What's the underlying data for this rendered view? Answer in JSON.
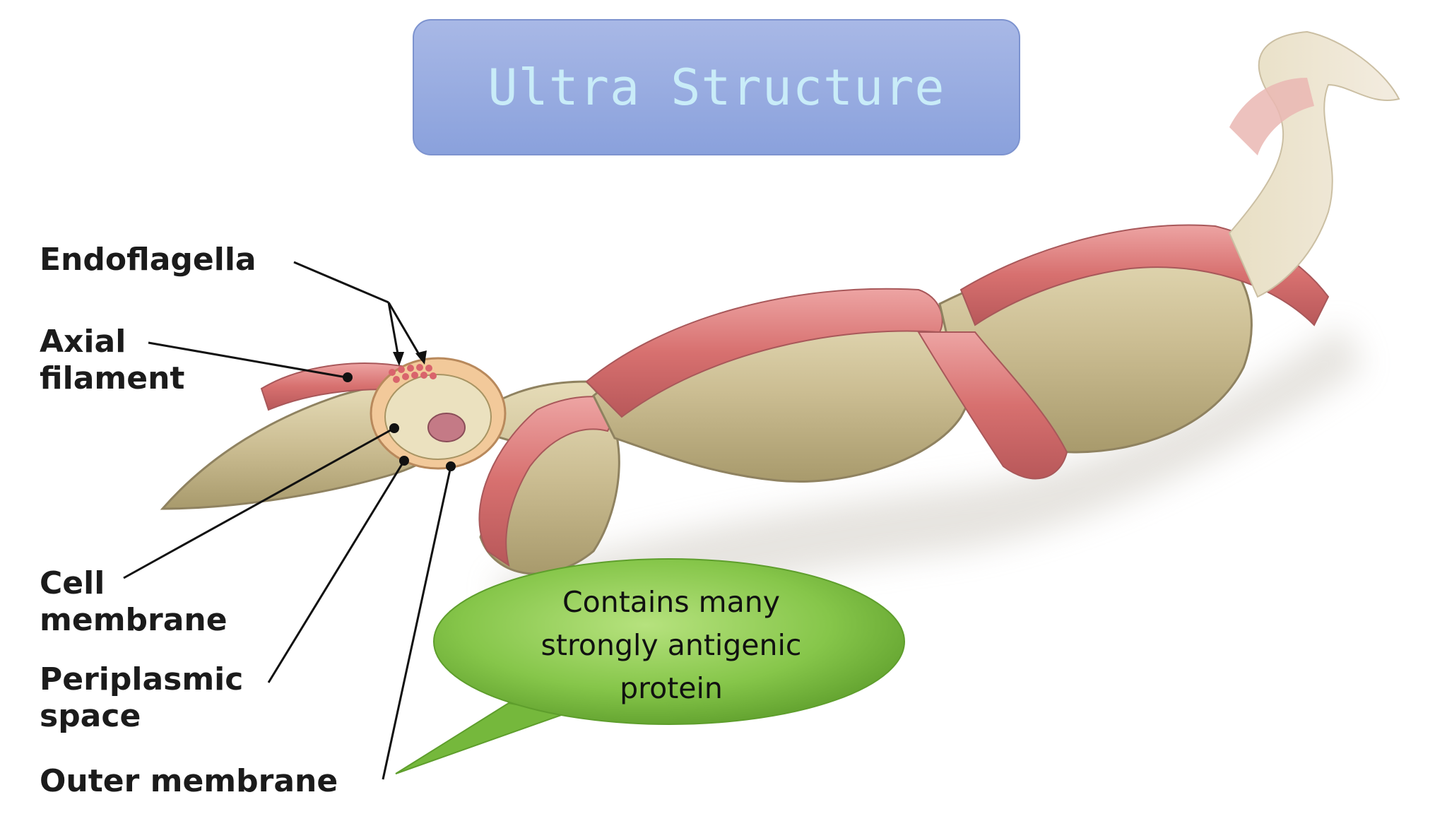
{
  "title": "Ultra Structure",
  "labels": {
    "endoflagella": "Endoflagella",
    "axial_line1": "Axial",
    "axial_line2": "filament",
    "cell_line1": "Cell",
    "cell_line2": "membrane",
    "peri_line1": "Periplasmic",
    "peri_line2": "space",
    "outer": "Outer membrane"
  },
  "callout": {
    "line1": "Contains many",
    "line2": "strongly antigenic",
    "line3": "protein"
  },
  "colors": {
    "title_fill": "#8aa1dc",
    "title_text": "#c9ecf8",
    "body_tan": "#cfc29a",
    "flagella_pink": "#d9787a",
    "callout_green": "#7cc142"
  }
}
